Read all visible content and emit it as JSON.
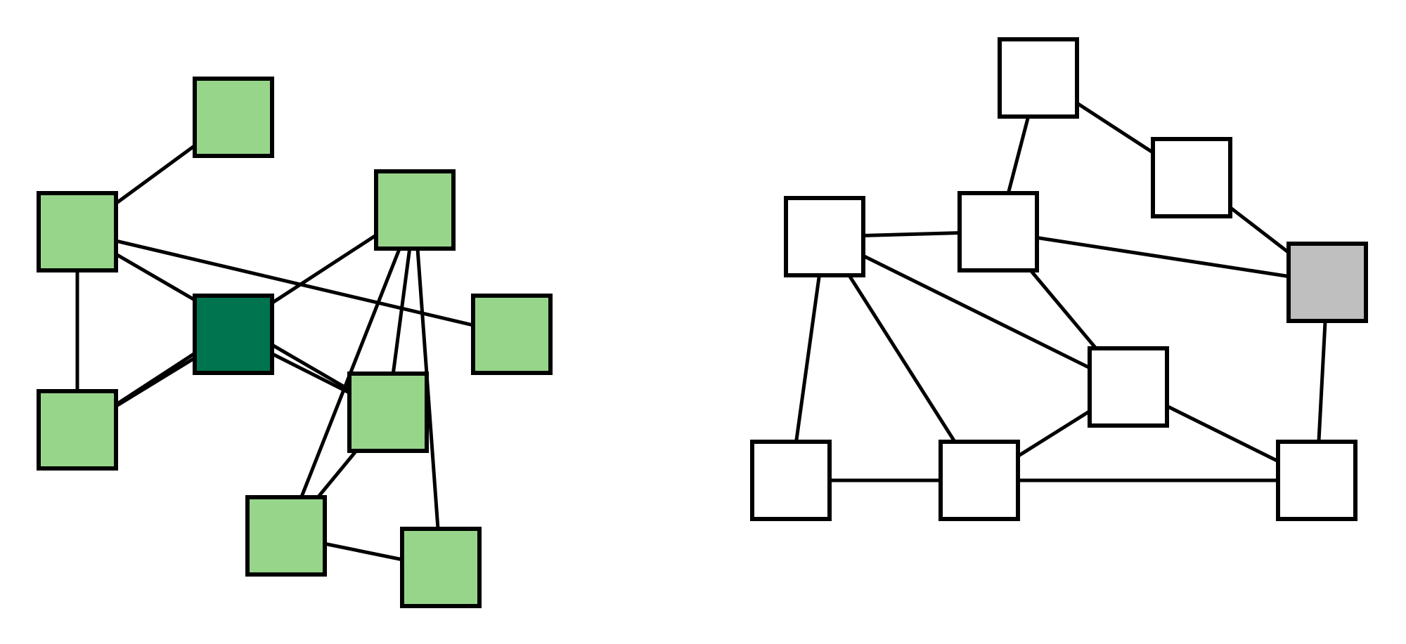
{
  "colors": {
    "light_green": "#97d68a",
    "dark_green": "#00734f",
    "white": "#ffffff",
    "gray": "#bfbfbf",
    "stroke": "#000000"
  },
  "graphs": [
    {
      "name": "left-graph",
      "nodes": [
        {
          "id": "L1",
          "fill": "light_green"
        },
        {
          "id": "L2",
          "fill": "light_green"
        },
        {
          "id": "L3",
          "fill": "light_green"
        },
        {
          "id": "L4",
          "fill": "dark_green"
        },
        {
          "id": "L5",
          "fill": "light_green"
        },
        {
          "id": "L6",
          "fill": "light_green"
        },
        {
          "id": "L7",
          "fill": "light_green"
        },
        {
          "id": "L8",
          "fill": "light_green"
        },
        {
          "id": "L9",
          "fill": "light_green"
        }
      ],
      "edges": [
        [
          "L1",
          "L2"
        ],
        [
          "L2",
          "L3"
        ],
        [
          "L2",
          "L6"
        ],
        [
          "L2",
          "L7"
        ],
        [
          "L3",
          "L5"
        ],
        [
          "L3",
          "L4"
        ],
        [
          "L4",
          "L6"
        ],
        [
          "L6",
          "L5"
        ],
        [
          "L5",
          "L8"
        ],
        [
          "L5",
          "L9"
        ],
        [
          "L6",
          "L8"
        ],
        [
          "L8",
          "L9"
        ]
      ]
    },
    {
      "name": "right-graph",
      "nodes": [
        {
          "id": "R1",
          "fill": "white"
        },
        {
          "id": "R2",
          "fill": "white"
        },
        {
          "id": "R3",
          "fill": "white"
        },
        {
          "id": "R4",
          "fill": "white"
        },
        {
          "id": "R5",
          "fill": "gray"
        },
        {
          "id": "R6",
          "fill": "white"
        },
        {
          "id": "R7",
          "fill": "white"
        },
        {
          "id": "R8",
          "fill": "white"
        },
        {
          "id": "R9",
          "fill": "white"
        }
      ],
      "edges": [
        [
          "R1",
          "R4"
        ],
        [
          "R1",
          "R2"
        ],
        [
          "R2",
          "R5"
        ],
        [
          "R3",
          "R4"
        ],
        [
          "R3",
          "R6"
        ],
        [
          "R3",
          "R7"
        ],
        [
          "R3",
          "R8"
        ],
        [
          "R4",
          "R5"
        ],
        [
          "R4",
          "R6"
        ],
        [
          "R5",
          "R9"
        ],
        [
          "R6",
          "R8"
        ],
        [
          "R6",
          "R9"
        ],
        [
          "R7",
          "R8"
        ],
        [
          "R8",
          "R9"
        ]
      ]
    }
  ]
}
